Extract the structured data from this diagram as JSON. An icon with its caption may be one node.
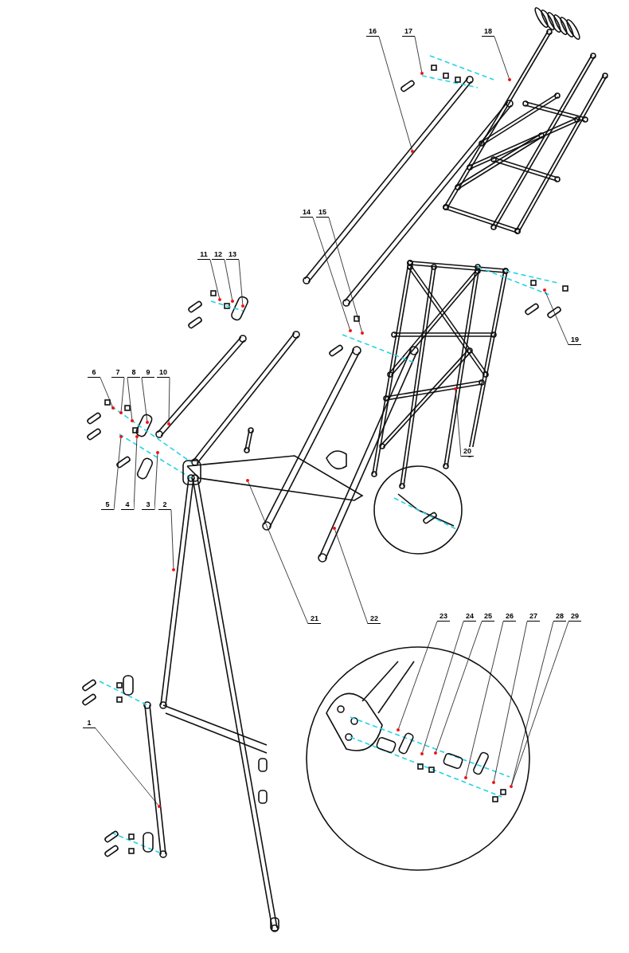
{
  "diagram": {
    "nodes": [
      {
        "text": [
          "1"
        ]
      },
      {
        "text": [
          "2"
        ]
      },
      {
        "text": [
          "3"
        ]
      },
      {
        "text": [
          "4"
        ]
      },
      {
        "text": [
          "5"
        ]
      },
      {
        "text": [
          "6"
        ]
      },
      {
        "text": [
          "7"
        ]
      },
      {
        "text": [
          "8"
        ]
      },
      {
        "text": [
          "9"
        ]
      },
      {
        "text": [
          "10"
        ]
      },
      {
        "text": [
          "11"
        ]
      },
      {
        "text": [
          "12"
        ]
      },
      {
        "text": [
          "13"
        ]
      },
      {
        "text": [
          "14"
        ]
      },
      {
        "text": [
          "15"
        ]
      },
      {
        "text": [
          "16"
        ]
      },
      {
        "text": [
          "17"
        ]
      },
      {
        "text": [
          "18"
        ]
      },
      {
        "text": [
          "19"
        ]
      },
      {
        "text": [
          "20"
        ]
      },
      {
        "text": [
          "21"
        ]
      },
      {
        "text": [
          "22"
        ]
      },
      {
        "text": [
          "23"
        ]
      },
      {
        "text": [
          "24"
        ]
      },
      {
        "text": [
          "25"
        ]
      },
      {
        "text": [
          "26"
        ]
      },
      {
        "text": [
          "27"
        ]
      },
      {
        "text": [
          "28"
        ]
      },
      {
        "text": [
          "29"
        ]
      },
      {
        "text": [],
        "shape": "dot"
      },
      {
        "text": [],
        "shape": "dot"
      },
      {
        "text": [],
        "shape": "dot"
      },
      {
        "text": [],
        "shape": "dot"
      },
      {
        "text": [],
        "shape": "dot"
      },
      {
        "text": [],
        "shape": "dot"
      },
      {
        "text": [],
        "shape": "dot"
      },
      {
        "text": [],
        "shape": "dot"
      },
      {
        "text": [],
        "shape": "dot"
      },
      {
        "text": [],
        "shape": "dot"
      },
      {
        "text": [],
        "shape": "dot"
      },
      {
        "text": [],
        "shape": "dot"
      },
      {
        "text": [],
        "shape": "dot"
      },
      {
        "text": [],
        "shape": "dot"
      },
      {
        "text": [],
        "shape": "dot"
      },
      {
        "text": [],
        "shape": "dot"
      },
      {
        "text": [],
        "shape": "dot"
      },
      {
        "text": [],
        "shape": "dot"
      },
      {
        "text": [],
        "shape": "dot"
      },
      {
        "text": [],
        "shape": "dot"
      },
      {
        "text": [],
        "shape": "dot"
      },
      {
        "text": [],
        "shape": "dot"
      },
      {
        "text": [],
        "shape": "dot"
      },
      {
        "text": [],
        "shape": "dot"
      },
      {
        "text": [],
        "shape": "dot"
      },
      {
        "text": [],
        "shape": "dot"
      },
      {
        "text": [],
        "shape": "dot"
      },
      {
        "text": [],
        "shape": "dot"
      }
    ],
    "edges": [
      {
        "from": 0,
        "to": 29,
        "arrow": "none"
      },
      {
        "from": 1,
        "to": 30,
        "arrow": "none"
      },
      {
        "from": 2,
        "to": 31,
        "arrow": "none"
      },
      {
        "from": 3,
        "to": 32,
        "arrow": "none"
      },
      {
        "from": 4,
        "to": 33,
        "arrow": "none"
      },
      {
        "from": 5,
        "to": 34,
        "arrow": "none"
      },
      {
        "from": 6,
        "to": 35,
        "arrow": "none"
      },
      {
        "from": 7,
        "to": 36,
        "arrow": "none"
      },
      {
        "from": 8,
        "to": 37,
        "arrow": "none"
      },
      {
        "from": 9,
        "to": 38,
        "arrow": "none"
      },
      {
        "from": 10,
        "to": 39,
        "arrow": "none"
      },
      {
        "from": 11,
        "to": 40,
        "arrow": "none"
      },
      {
        "from": 12,
        "to": 41,
        "arrow": "none"
      },
      {
        "from": 13,
        "to": 42,
        "arrow": "none"
      },
      {
        "from": 14,
        "to": 43,
        "arrow": "none"
      },
      {
        "from": 15,
        "to": 44,
        "arrow": "none"
      },
      {
        "from": 16,
        "to": 45,
        "arrow": "none"
      },
      {
        "from": 17,
        "to": 46,
        "arrow": "none"
      },
      {
        "from": 18,
        "to": 47,
        "arrow": "none"
      },
      {
        "from": 19,
        "to": 48,
        "arrow": "none"
      },
      {
        "from": 20,
        "to": 49,
        "arrow": "none"
      },
      {
        "from": 21,
        "to": 50,
        "arrow": "none"
      },
      {
        "from": 22,
        "to": 51,
        "arrow": "none"
      },
      {
        "from": 23,
        "to": 52,
        "arrow": "none"
      },
      {
        "from": 24,
        "to": 53,
        "arrow": "none"
      },
      {
        "from": 25,
        "to": 54,
        "arrow": "none"
      },
      {
        "from": 26,
        "to": 55,
        "arrow": "none"
      },
      {
        "from": 27,
        "to": 56,
        "arrow": "none"
      },
      {
        "from": 28,
        "to": 56,
        "arrow": "none"
      }
    ]
  }
}
